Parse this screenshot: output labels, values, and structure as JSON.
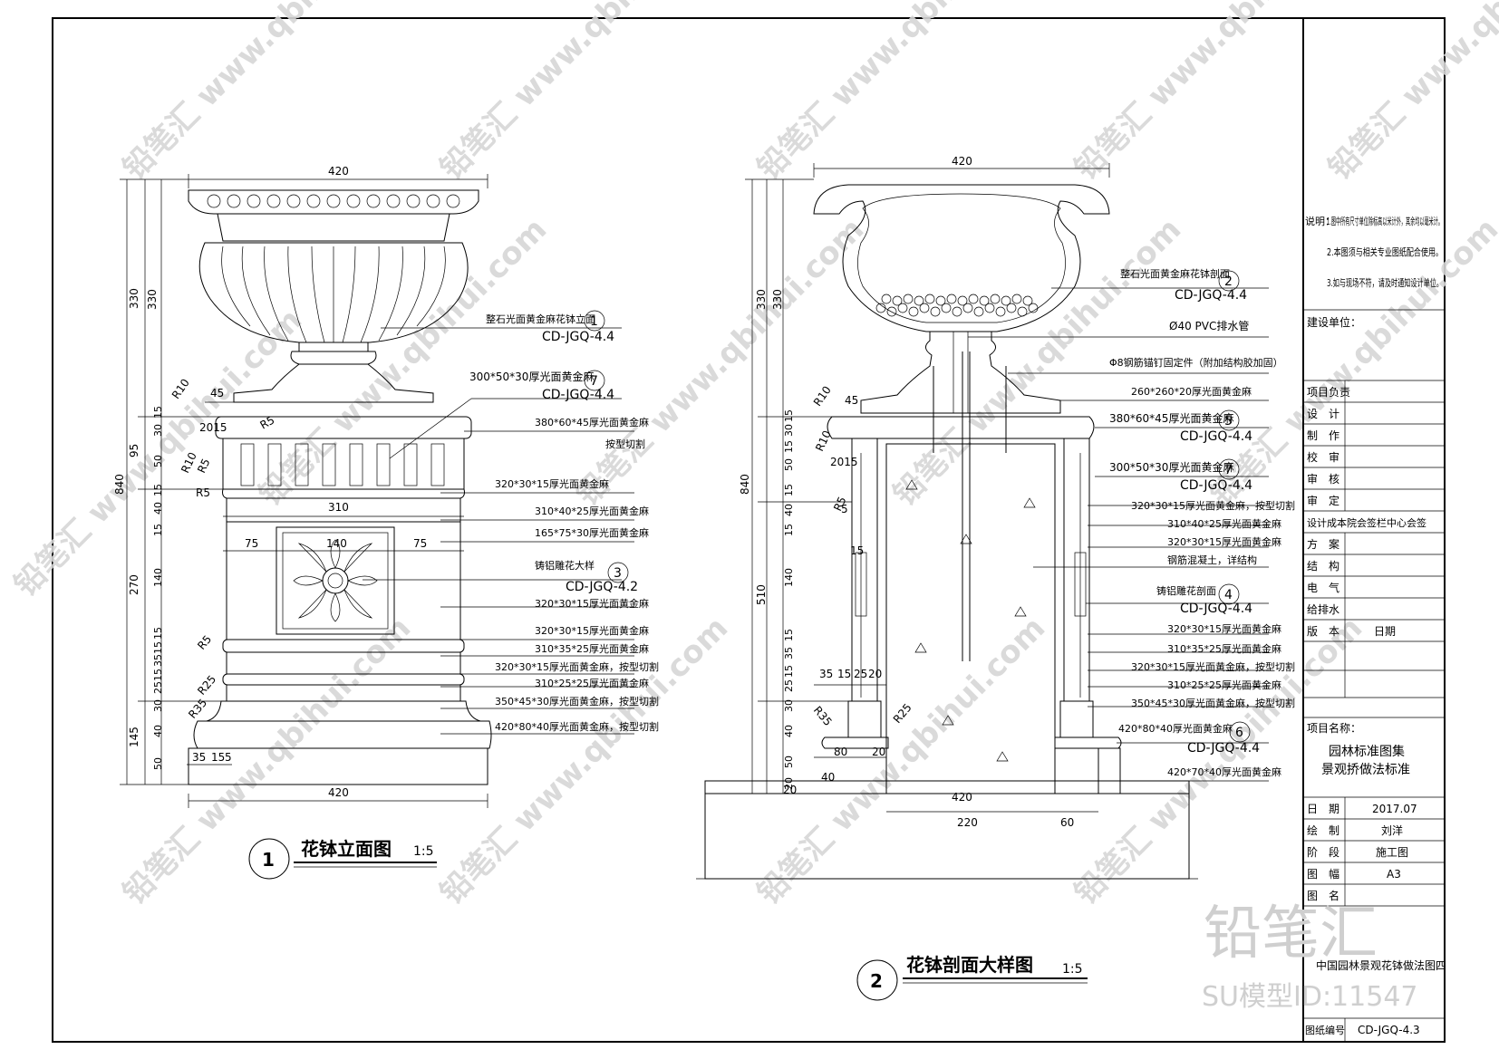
{
  "fig1": {
    "title": "花钵立面图",
    "num": "1",
    "scale": "1:5",
    "dims": {
      "w_top": "420",
      "w_bot": "420",
      "w_310": "310",
      "d75a": "75",
      "d140": "140",
      "d75b": "75",
      "d45": "45",
      "d2015": "2015",
      "d35": "35",
      "d15": "15",
      "d5": "5"
    },
    "radii": {
      "r10a": "R10",
      "r5a": "R5",
      "r10b": "R10",
      "r5b": "R5",
      "r5c": "R5",
      "r25": "R25",
      "r35": "R35",
      "r5d": "R5"
    },
    "vdims": {
      "total": "840",
      "a330": "330",
      "b330": "330",
      "v95": "95",
      "v270": "270",
      "v145": "145",
      "s15a": "15",
      "s30a": "30",
      "s50": "50",
      "s15b": "15",
      "s40": "40",
      "s15c": "15",
      "s140": "140",
      "s15d": "15",
      "s15e": "15",
      "s35": "35",
      "s15f": "15",
      "s25": "25",
      "s30b": "30",
      "s40b": "40",
      "s50b": "50"
    },
    "notes": [
      "整石光面黄金麻花钵立面",
      "CD-JGQ-4.4",
      "300*50*30厚光面黄金麻",
      "CD-JGQ-4.4",
      "380*60*45厚光面黄金麻",
      "按型切割",
      "320*30*15厚光面黄金麻",
      "310*40*25厚光面黄金麻",
      "165*75*30厚光面黄金麻",
      "铸铝雕花大样",
      "CD-JGQ-4.2",
      "320*30*15厚光面黄金麻",
      "320*30*15厚光面黄金麻",
      "310*35*25厚光面黄金麻",
      "320*30*15厚光面黄金麻，按型切割",
      "310*25*25厚光面黄金麻",
      "350*45*30厚光面黄金麻，按型切割",
      "420*80*40厚光面黄金麻，按型切割"
    ],
    "callouts": [
      "1",
      "7",
      "3"
    ]
  },
  "fig2": {
    "title": "花钵剖面大样图",
    "num": "2",
    "scale": "1:5",
    "dims": {
      "w_top": "420",
      "w_420b": "420",
      "d220": "220",
      "d60": "60",
      "d45": "45",
      "d80": "80",
      "d20": "20",
      "d40": "40",
      "d2015": "2015",
      "d35": "35",
      "d15": "15",
      "d25": "25",
      "d20b": "20",
      "d15v": "15",
      "d5": "5",
      "d20c": "20"
    },
    "radii": {
      "r10": "R10",
      "r10b": "R10",
      "r5": "R5",
      "r35": "R35",
      "r25": "R25"
    },
    "vdims": {
      "total": "840",
      "a330": "330",
      "b330": "330",
      "v510": "510",
      "s15a": "15",
      "s30a": "30",
      "s15b": "15",
      "s50": "50",
      "s15c": "15",
      "s40": "40",
      "s15d": "15",
      "s140": "140",
      "s15e": "15",
      "s35": "35",
      "s15f": "15",
      "s25": "25",
      "s30b": "30",
      "s40b": "40",
      "s50b": "50",
      "s20": "20"
    },
    "notes": [
      "整石光面黄金麻花钵剖面",
      "CD-JGQ-4.4",
      "Ø40 PVC排水管",
      "Φ8钢筋锚钉固定件（附加结构胶加固）",
      "260*260*20厚光面黄金麻",
      "380*60*45厚光面黄金麻",
      "CD-JGQ-4.4",
      "300*50*30厚光面黄金麻",
      "CD-JGQ-4.4",
      "320*30*15厚光面黄金麻，按型切割",
      "310*40*25厚光面黄金麻",
      "320*30*15厚光面黄金麻",
      "钢筋混凝土，详结构",
      "铸铝雕花剖面",
      "CD-JGQ-4.4",
      "320*30*15厚光面黄金麻",
      "310*35*25厚光面黄金麻",
      "320*30*15厚光面黄金麻，按型切割",
      "310*25*25厚光面黄金麻",
      "350*45*30厚光面黄金麻，按型切割",
      "420*80*40厚光面黄金麻",
      "CD-JGQ-4.4",
      "420*70*40厚光面黄金麻"
    ],
    "callouts": [
      "2",
      "5",
      "7",
      "4",
      "6"
    ]
  },
  "titleblock": {
    "notes": [
      "说明：",
      "1.图中所有尺寸单位除标高以米计外，其余均以毫米计。",
      "2.本图须与相关专业图纸配合使用。",
      "3.如与现场不符，请及时通知设计单位。"
    ],
    "owner_label": "建设单位：",
    "rows": [
      {
        "k": "项目负责",
        "v": ""
      },
      {
        "k": "设　计",
        "v": ""
      },
      {
        "k": "制　作",
        "v": ""
      },
      {
        "k": "校　审",
        "v": ""
      },
      {
        "k": "审　核",
        "v": ""
      },
      {
        "k": "审　定",
        "v": ""
      }
    ],
    "sign_title": "设计成本院会签栏中心会签",
    "sign_rows": [
      {
        "k": "方　案"
      },
      {
        "k": "结　构"
      },
      {
        "k": "电　气"
      },
      {
        "k": "给排水"
      }
    ],
    "version": {
      "k": "版　本",
      "v": "日期"
    },
    "project_label": "项目名称：",
    "project_name": [
      "园林标准图集",
      "景观挢做法标准"
    ],
    "info": [
      {
        "k": "日　期",
        "v": "2017.07"
      },
      {
        "k": "绘　制",
        "v": "刘洋"
      },
      {
        "k": "阶　段",
        "v": "施工图"
      },
      {
        "k": "图　幅",
        "v": "A3"
      },
      {
        "k": "图　名",
        "v": ""
      }
    ],
    "drawing_name": "中国园林景观花钵做法图四",
    "sheet_no_label": "图纸编号",
    "sheet_no": "CD-JGQ-4.3"
  },
  "watermark": {
    "tile": "铅笔汇 www.qbihui.com",
    "brand": "铅笔汇",
    "model_id": "SU模型ID:11547"
  }
}
